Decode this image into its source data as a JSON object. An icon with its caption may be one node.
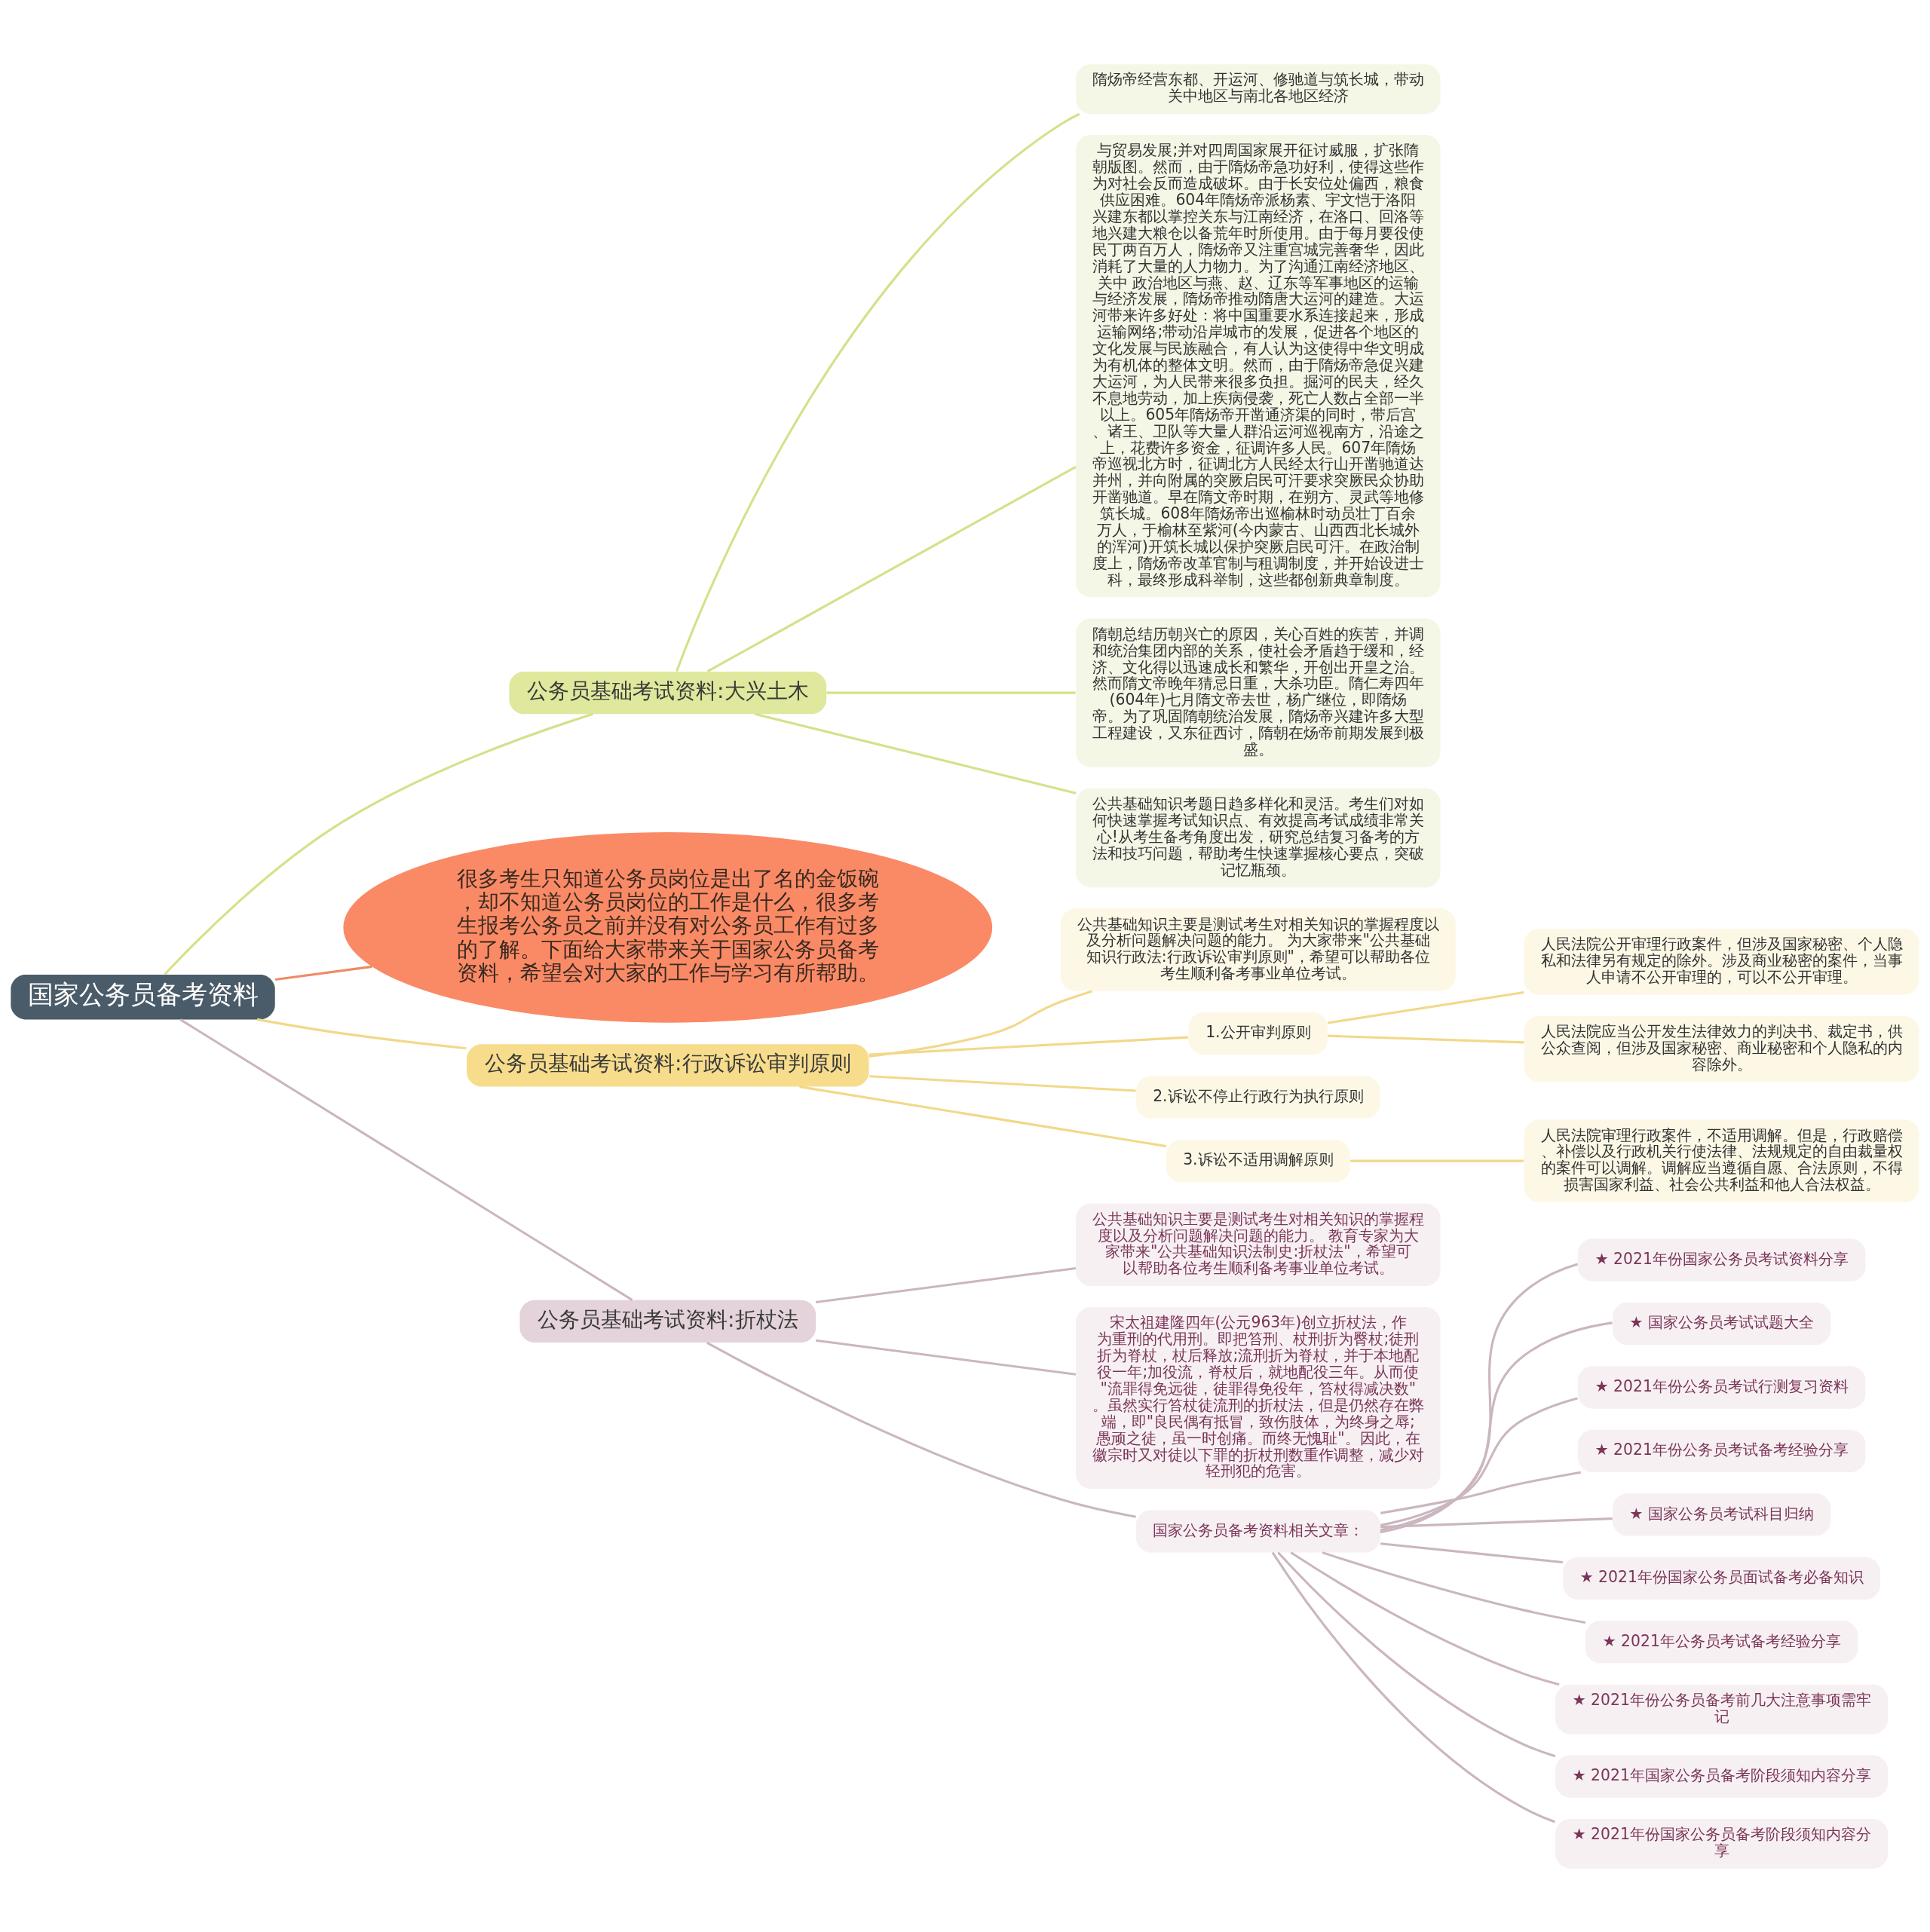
{
  "diagram": {
    "nodes": [
      {
        "text": [
          "国家公务员备考资料"
        ]
      },
      {
        "text": [
          "公务员基础考试资料:大兴土木"
        ]
      },
      {
        "text": [
          "隋炀帝经营东都、开运河、修驰道与筑长城，带动关中地区与南北各地区经济"
        ]
      },
      {
        "text": [
          "与贸易发展;并对四周国家展开征讨威服，扩张隋朝版图。然而，由于隋炀帝急功好利，使得这些作为对社会反而造成破坏。由于长安位处偏西，粮食供应困难。604年隋炀帝派杨素、宇文恺于洛阳兴建东都以掌控关东与江南经济，在洛口、回洛等地兴建大粮仓以备荒年时所使用。由于每月要役使民丁两百万人，隋炀帝又注重宫城完善奢华，因此消耗了大量的人力物力。为了沟通江南经济地区、关中 政治地区与燕、赵、辽东等军事地区的运输与经济发展，隋炀帝推动隋唐大运河的建造。大运河带来许多好处：将中国重要水系连接起来，形成运输网络;带动沿岸城市的发展，促进各个地区的文化发展与民族融合，有人认为这使得中华文明成为有机体的整体文明。然而，由于隋炀帝急促兴建大运河，为人民带来很多负担。掘河的民夫，经久不息地劳动，加上疾病侵袭，死亡人数占全部一半以上。605年隋炀帝开凿通济渠的同时，带后宫、诸王、卫队等大量人群沿运河巡视南方，沿途之上，花费许多资金，征调许多人民。607年隋炀帝巡视北方时，征调北方人民经太行山开凿驰道达并州，并向附属的突厥启民可汗要求突厥民众协助开凿驰道。早在隋文帝时期，在朔方、灵武等地修筑长城。608年隋炀帝出巡榆林时动员壮丁百余万人，于榆林至紫河(今内蒙古、山西西北长城外的浑河)开筑长城以保护突厥启民可汗。在政治制度上，隋炀帝改革官制与租调制度，并开始设进士科，最终形成科举制，这些都创新典章制度。"
        ]
      },
      {
        "text": [
          "隋朝总结历朝兴亡的原因，关心百姓的疾苦，并调和统治集团内部的关系，使社会矛盾趋于缓和，经济、文化得以迅速成长和繁华，开创出开皇之治。然而隋文帝晚年猜忌日重，大杀功臣。隋仁寿四年(604年)七月隋文帝去世，杨广继位，即隋炀帝。为了巩固隋朝统治发展，隋炀帝兴建许多大型工程建设，又东征西讨，隋朝在炀帝前期发展到极盛。"
        ]
      },
      {
        "text": [
          "公共基础知识考题日趋多样化和灵活。考生们对如何快速掌握考试知识点、有效提高考试成绩非常关心!从考生备考角度出发，研究总结复习备考的方法和技巧问题，帮助考生快速掌握核心要点，突破记忆瓶颈。"
        ]
      },
      {
        "text": [
          "很多考生只知道公务员岗位是出了名的金饭碗，却不知道公务员岗位的工作是什么，很多考生报考公务员之前并没有对公务员工作有过多的了解。下面给大家带来关于国家公务员备考资料，希望会对大家的工作与学习有所帮助。"
        ]
      },
      {
        "text": [
          "公务员基础考试资料:行政诉讼审判原则"
        ]
      },
      {
        "text": [
          "公共基础知识主要是测试考生对相关知识的掌握程度以及分析问题解决问题的能力。 为大家带来\"公共基础知识行政法:行政诉讼审判原则\"，希望可以帮助各位考生顺利备考事业单位考试。"
        ]
      },
      {
        "text": [
          "1.公开审判原则"
        ]
      },
      {
        "text": [
          "人民法院公开审理行政案件，但涉及国家秘密、个人隐私和法律另有规定的除外。涉及商业秘密的案件，当事人申请不公开审理的，可以不公开审理。"
        ]
      },
      {
        "text": [
          "人民法院应当公开发生法律效力的判决书、裁定书，供公众查阅，但涉及国家秘密、商业秘密和个人隐私的内容除外。"
        ]
      },
      {
        "text": [
          "2.诉讼不停止行政行为执行原则"
        ]
      },
      {
        "text": [
          "3.诉讼不适用调解原则"
        ]
      },
      {
        "text": [
          "人民法院审理行政案件，不适用调解。但是，行政赔偿、补偿以及行政机关行使法律、法规规定的自由裁量权的案件可以调解。调解应当遵循自愿、合法原则，不得损害国家利益、社会公共利益和他人合法权益。"
        ]
      },
      {
        "text": [
          "公务员基础考试资料:折杖法"
        ]
      },
      {
        "text": [
          "公共基础知识主要是测试考生对相关知识的掌握程度以及分析问题解决问题的能力。 教育专家为大家带来\"公共基础知识法制史:折杖法\"，希望可以帮助各位考生顺利备考事业单位考试。"
        ]
      },
      {
        "text": [
          "宋太祖建隆四年(公元963年)创立折杖法，作为重刑的代用刑。即把笞刑、杖刑折为臀杖;徒刑折为脊杖，杖后释放;流刑折为脊杖，并于本地配役一年;加役流，脊杖后，就地配役三年。从而使\"流罪得免远徙，徒罪得免役年，笞杖得减决数\"。虽然实行笞杖徒流刑的折杖法，但是仍然存在弊端，即\"良民偶有抵冒，致伤肢体，为终身之辱;愚顽之徒，虽一时创痛。而终无愧耻\"。因此，在徽宗时又对徒以下罪的折杖刑数重作调整，减少对轻刑犯的危害。"
        ]
      },
      {
        "text": [
          "国家公务员备考资料相关文章："
        ]
      },
      {
        "text": [
          "★ 2021年份国家公务员考试资料分享"
        ]
      },
      {
        "text": [
          "★ 国家公务员考试试题大全"
        ]
      },
      {
        "text": [
          "★ 2021年份公务员考试行测复习资料"
        ]
      },
      {
        "text": [
          "★ 2021年份公务员考试备考经验分享"
        ]
      },
      {
        "text": [
          "★ 国家公务员考试科目归纳"
        ]
      },
      {
        "text": [
          "★ 2021年份国家公务员面试备考必备知识"
        ]
      },
      {
        "text": [
          "★ 2021年公务员考试备考经验分享"
        ]
      },
      {
        "text": [
          "★ 2021年份公务员备考前几大注意事项需牢记"
        ]
      },
      {
        "text": [
          "★ 2021年国家公务员备考阶段须知内容分享"
        ]
      },
      {
        "text": [
          "★ 2021年份国家公务员备考阶段须知内容分享"
        ]
      }
    ],
    "edges": [
      {
        "from": 0,
        "to": 1,
        "arrow": "none",
        "color": "#d6e08a"
      },
      {
        "from": 1,
        "to": 2,
        "arrow": "none",
        "color": "#d6e08a"
      },
      {
        "from": 1,
        "to": 3,
        "arrow": "none",
        "color": "#d6e08a"
      },
      {
        "from": 1,
        "to": 4,
        "arrow": "none",
        "color": "#d6e08a"
      },
      {
        "from": 1,
        "to": 5,
        "arrow": "none",
        "color": "#d6e08a"
      },
      {
        "from": 0,
        "to": 6,
        "arrow": "none",
        "color": "#ef8a66"
      },
      {
        "from": 0,
        "to": 7,
        "arrow": "none",
        "color": "#f2d88a"
      },
      {
        "from": 7,
        "to": 8,
        "arrow": "none",
        "color": "#f2d88a"
      },
      {
        "from": 7,
        "to": 9,
        "arrow": "none",
        "color": "#f2d88a"
      },
      {
        "from": 9,
        "to": 10,
        "arrow": "none",
        "color": "#f2d88a"
      },
      {
        "from": 9,
        "to": 11,
        "arrow": "none",
        "color": "#f2d88a"
      },
      {
        "from": 7,
        "to": 12,
        "arrow": "none",
        "color": "#f2d88a"
      },
      {
        "from": 7,
        "to": 13,
        "arrow": "none",
        "color": "#f2d88a"
      },
      {
        "from": 13,
        "to": 14,
        "arrow": "none",
        "color": "#f2d88a"
      },
      {
        "from": 0,
        "to": 15,
        "arrow": "none"
      },
      {
        "from": 15,
        "to": 16,
        "arrow": "none"
      },
      {
        "from": 15,
        "to": 17,
        "arrow": "none"
      },
      {
        "from": 15,
        "to": 18,
        "arrow": "none"
      },
      {
        "from": 18,
        "to": 19,
        "arrow": "none"
      },
      {
        "from": 18,
        "to": 20,
        "arrow": "none"
      },
      {
        "from": 18,
        "to": 21,
        "arrow": "none"
      },
      {
        "from": 18,
        "to": 22,
        "arrow": "none"
      },
      {
        "from": 18,
        "to": 23,
        "arrow": "none"
      },
      {
        "from": 18,
        "to": 24,
        "arrow": "none"
      },
      {
        "from": 18,
        "to": 25,
        "arrow": "none"
      },
      {
        "from": 18,
        "to": 26,
        "arrow": "none"
      },
      {
        "from": 18,
        "to": 27,
        "arrow": "none"
      },
      {
        "from": 18,
        "to": 28,
        "arrow": "none"
      }
    ]
  }
}
